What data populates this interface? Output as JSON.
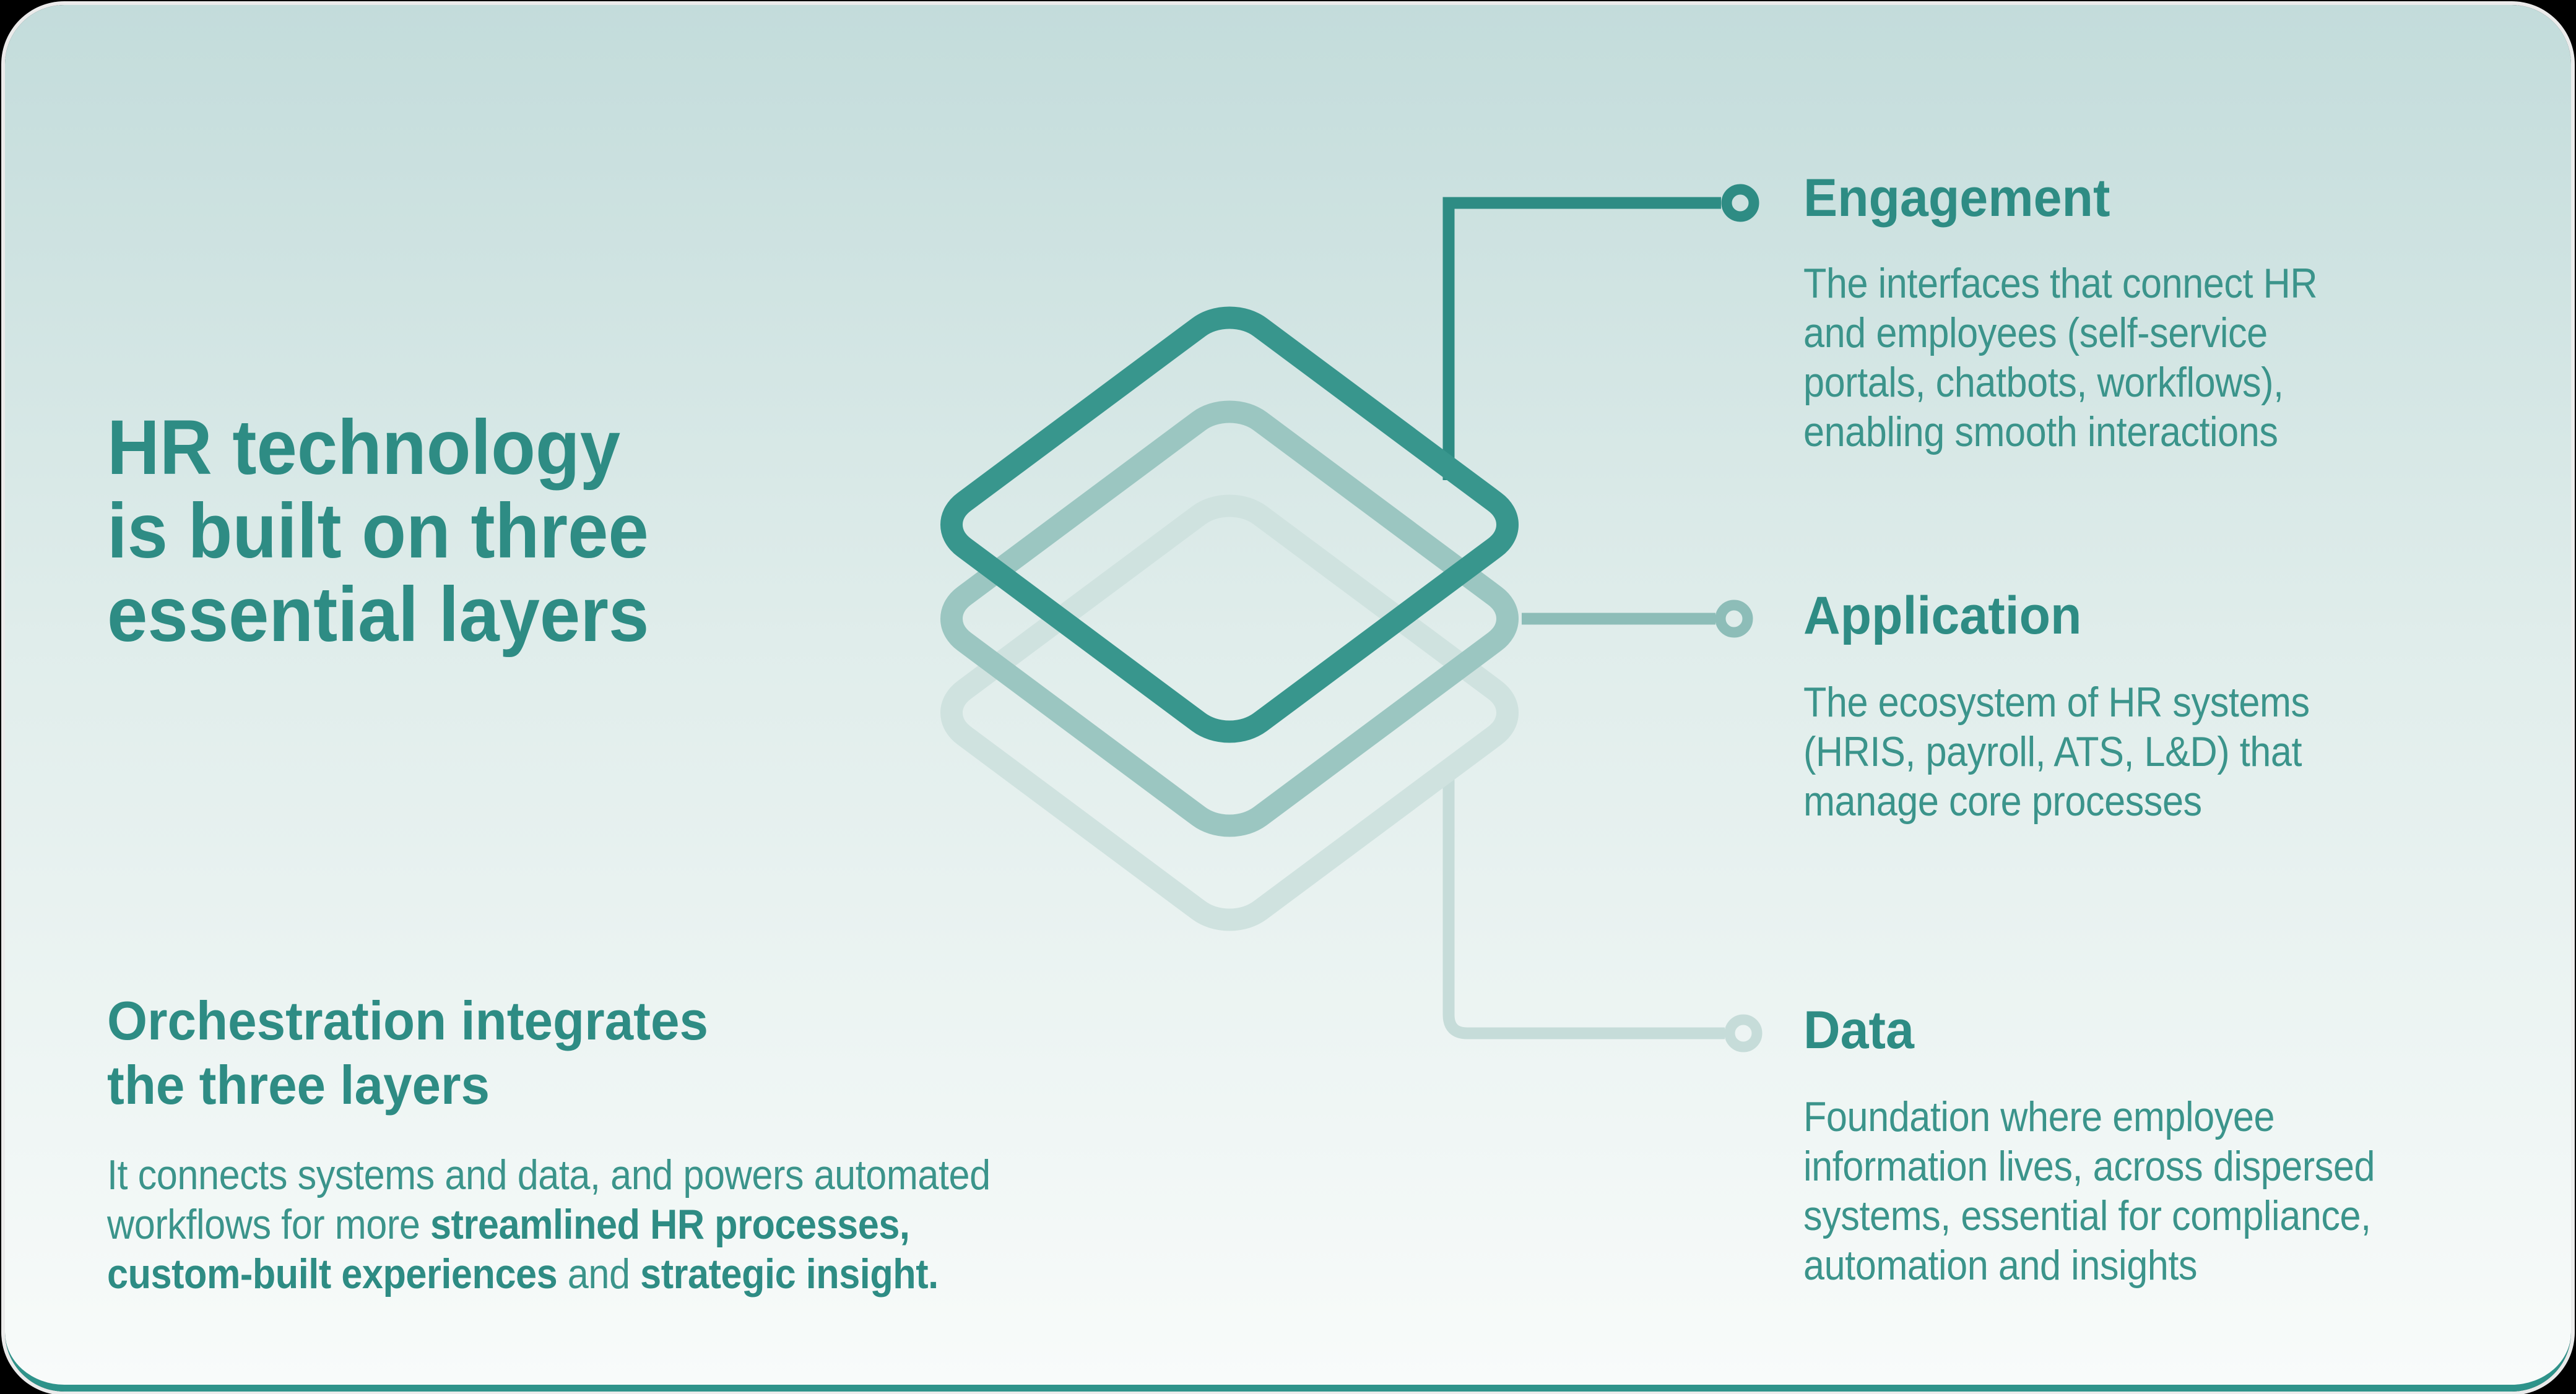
{
  "palette": {
    "background_top": "#c3dcdb",
    "background_mid": "#e0edeb",
    "background_bottom": "#f8fbfa",
    "teal_dark": "#2e8c84",
    "body_text": "#3b948b",
    "diamond_dark": "#38968d",
    "diamond_mid": "#9bc6c1",
    "diamond_light": "#cfe2df",
    "connector_dark": "#2e8c84",
    "connector_mid": "#8dbdb8",
    "connector_light": "#c6dcd9",
    "bottom_bar": "#2e938a",
    "frame": "#000000"
  },
  "title": {
    "lines": [
      "HR technology",
      "is built on three",
      "essential layers"
    ]
  },
  "sections": [
    {
      "id": "engagement",
      "heading": "Engagement",
      "body_lines": [
        "The interfaces that connect HR",
        "and employees (self-service",
        "portals, chatbots, workflows),",
        "enabling smooth interactions"
      ]
    },
    {
      "id": "application",
      "heading": "Application",
      "body_lines": [
        "The ecosystem of HR systems",
        "(HRIS, payroll, ATS, L&D) that",
        "manage core processes"
      ]
    },
    {
      "id": "data",
      "heading": "Data",
      "body_lines": [
        "Foundation where employee",
        "information lives, across dispersed",
        "systems, essential for compliance,",
        "automation and insights"
      ]
    }
  ],
  "orchestration": {
    "heading_lines": [
      "Orchestration integrates",
      "the three layers"
    ],
    "body_lines": [
      [
        {
          "text": "It connects systems and data, and powers automated",
          "bold": false
        }
      ],
      [
        {
          "text": "workflows for more ",
          "bold": false
        },
        {
          "text": "streamlined HR processes,",
          "bold": true
        }
      ],
      [
        {
          "text": "custom-built experiences",
          "bold": true
        },
        {
          "text": " and ",
          "bold": false
        },
        {
          "text": "strategic insight.",
          "bold": true
        }
      ]
    ]
  },
  "diagram": {
    "layers": [
      "engagement-layer",
      "application-layer",
      "data-layer"
    ]
  }
}
